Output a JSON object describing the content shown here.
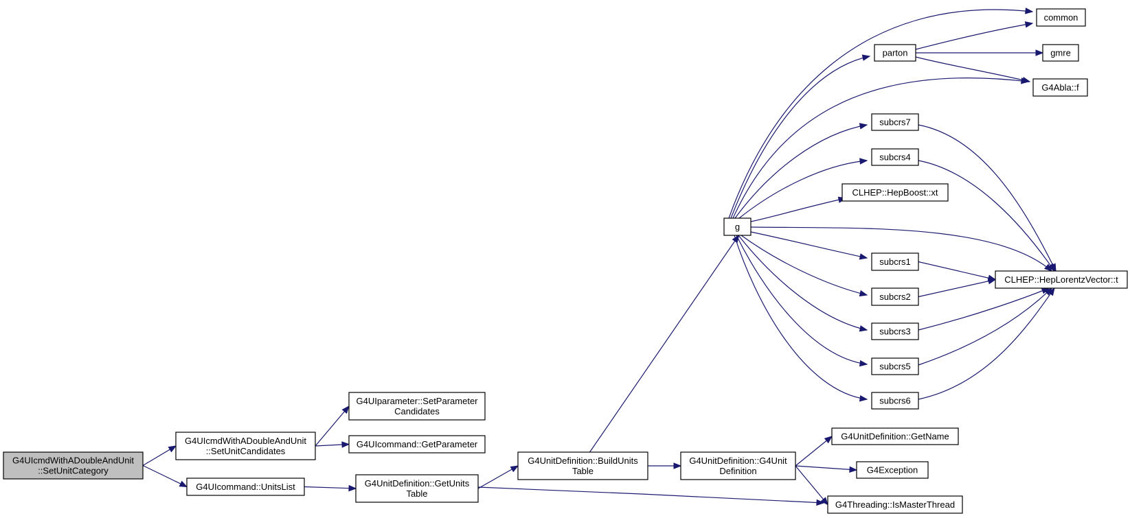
{
  "graph": {
    "edge_color": "#191970",
    "root_fill": "#bfbfbf",
    "nodes": {
      "root": [
        "G4UIcmdWithADoubleAndUnit",
        "::SetUnitCategory"
      ],
      "setunitcandidates": [
        "G4UIcmdWithADoubleAndUnit",
        "::SetUnitCandidates"
      ],
      "unitslist": [
        "G4UIcommand::UnitsList"
      ],
      "setparametercandidates": [
        "G4UIparameter::SetParameter",
        "Candidates"
      ],
      "getparameter": [
        "G4UIcommand::GetParameter"
      ],
      "getunitstable": [
        "G4UnitDefinition::GetUnits",
        "Table"
      ],
      "buildunitstable": [
        "G4UnitDefinition::BuildUnits",
        "Table"
      ],
      "g4unitdefinition": [
        "G4UnitDefinition::G4Unit",
        "Definition"
      ],
      "getname": [
        "G4UnitDefinition::GetName"
      ],
      "g4exception": [
        "G4Exception"
      ],
      "ismasterthread": [
        "G4Threading::IsMasterThread"
      ],
      "g": [
        "g"
      ],
      "parton": [
        "parton"
      ],
      "common": [
        "common"
      ],
      "gmre": [
        "gmre"
      ],
      "g4ablaf": [
        "G4Abla::f"
      ],
      "subcrs7": [
        "subcrs7"
      ],
      "subcrs4": [
        "subcrs4"
      ],
      "hepboostxt": [
        "CLHEP::HepBoost::xt"
      ],
      "subcrs1": [
        "subcrs1"
      ],
      "subcrs2": [
        "subcrs2"
      ],
      "subcrs3": [
        "subcrs3"
      ],
      "subcrs5": [
        "subcrs5"
      ],
      "subcrs6": [
        "subcrs6"
      ],
      "heplorentzt": [
        "CLHEP::HepLorentzVector::t"
      ]
    },
    "edges": [
      [
        "root",
        "setunitcandidates"
      ],
      [
        "root",
        "unitslist"
      ],
      [
        "setunitcandidates",
        "setparametercandidates"
      ],
      [
        "setunitcandidates",
        "getparameter"
      ],
      [
        "unitslist",
        "getunitstable"
      ],
      [
        "getunitstable",
        "buildunitstable"
      ],
      [
        "getunitstable",
        "ismasterthread"
      ],
      [
        "buildunitstable",
        "g"
      ],
      [
        "buildunitstable",
        "g4unitdefinition"
      ],
      [
        "g4unitdefinition",
        "getname"
      ],
      [
        "g4unitdefinition",
        "g4exception"
      ],
      [
        "g4unitdefinition",
        "ismasterthread"
      ],
      [
        "g",
        "common"
      ],
      [
        "g",
        "parton"
      ],
      [
        "g",
        "g4ablaf"
      ],
      [
        "g",
        "subcrs7"
      ],
      [
        "g",
        "subcrs4"
      ],
      [
        "g",
        "hepboostxt"
      ],
      [
        "g",
        "heplorentzt"
      ],
      [
        "g",
        "subcrs1"
      ],
      [
        "g",
        "subcrs2"
      ],
      [
        "g",
        "subcrs3"
      ],
      [
        "g",
        "subcrs5"
      ],
      [
        "g",
        "subcrs6"
      ],
      [
        "parton",
        "common"
      ],
      [
        "parton",
        "gmre"
      ],
      [
        "parton",
        "g4ablaf"
      ],
      [
        "subcrs7",
        "heplorentzt"
      ],
      [
        "subcrs4",
        "heplorentzt"
      ],
      [
        "subcrs1",
        "heplorentzt"
      ],
      [
        "subcrs2",
        "heplorentzt"
      ],
      [
        "subcrs3",
        "heplorentzt"
      ],
      [
        "subcrs5",
        "heplorentzt"
      ],
      [
        "subcrs6",
        "heplorentzt"
      ]
    ]
  }
}
